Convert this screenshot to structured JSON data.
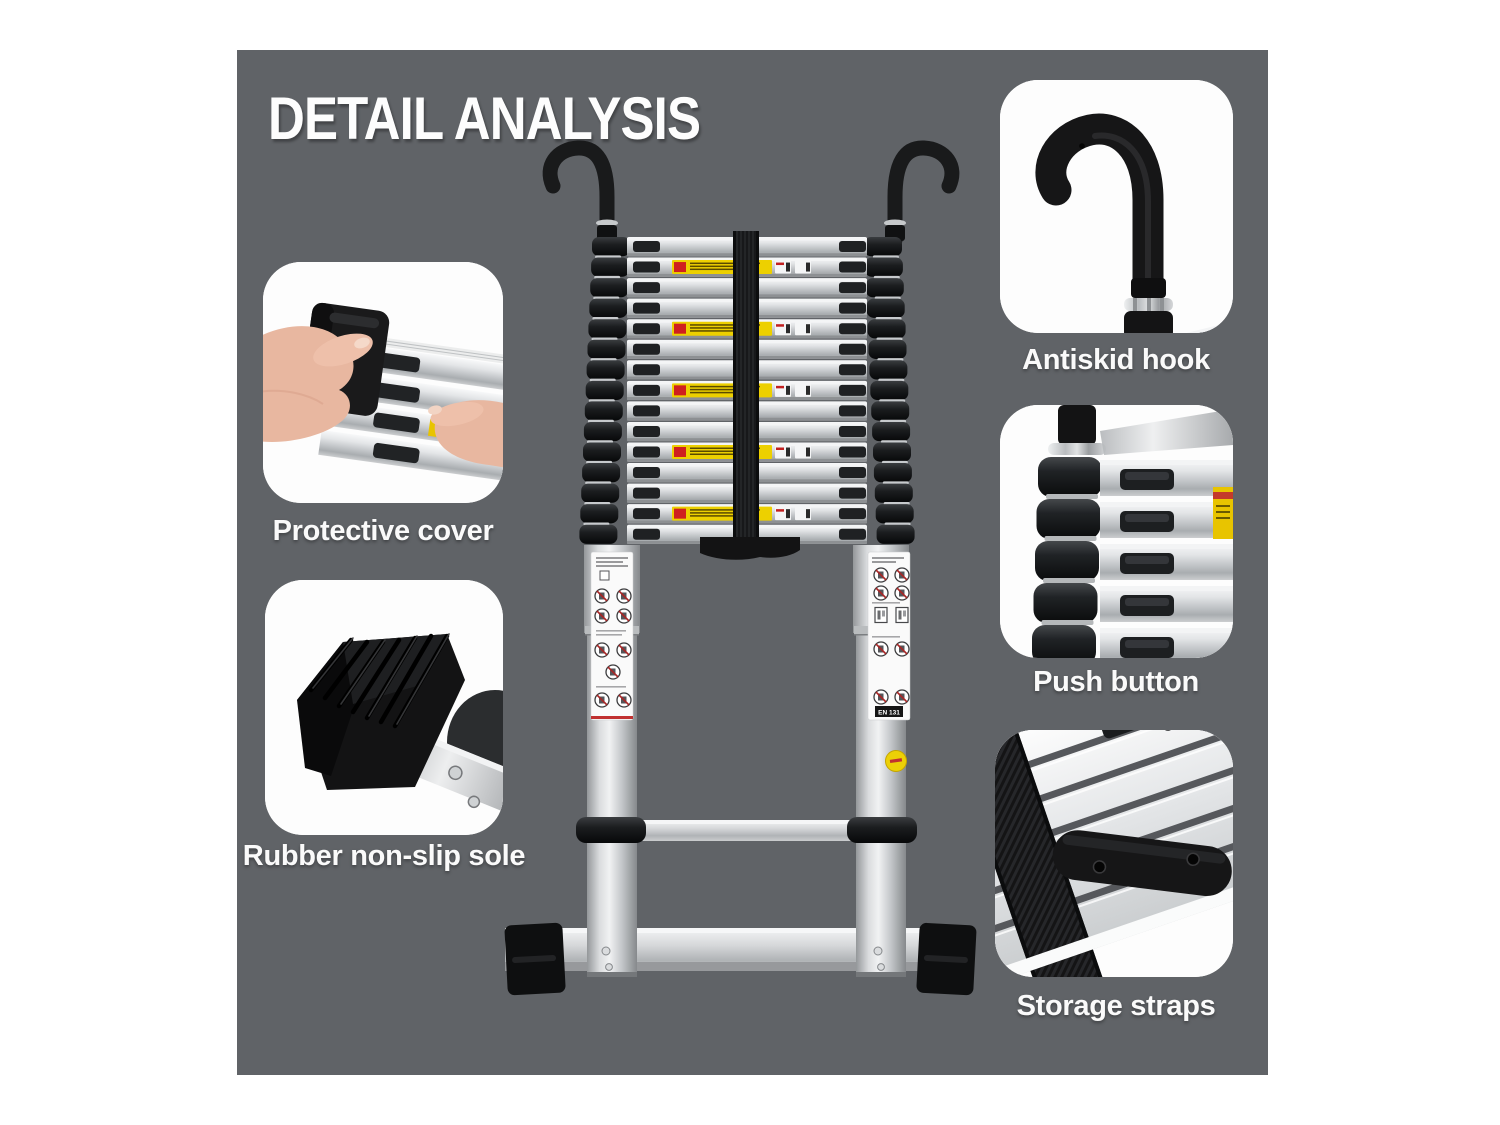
{
  "title": "DETAIL ANALYSIS",
  "colors": {
    "backdrop_gray": "#606367",
    "card_white": "#fdfdfd",
    "warning_yellow": "#edd000",
    "danger_red": "#cf1f1f",
    "ladder_black": "#141415",
    "ladder_silver": "#c9ccce"
  },
  "callouts": [
    {
      "id": "protective-cover",
      "label": "Protective cover",
      "position": "left-top"
    },
    {
      "id": "rubber-sole",
      "label": "Rubber non-slip sole",
      "position": "left-bottom"
    },
    {
      "id": "antiskid-hook",
      "label": "Antiskid hook",
      "position": "right-top"
    },
    {
      "id": "push-button",
      "label": "Push button",
      "position": "right-middle"
    },
    {
      "id": "storage-straps",
      "label": "Storage straps",
      "position": "right-bottom"
    }
  ],
  "ladder": {
    "danger_text": "DANGER",
    "cert_text": "EN 131"
  }
}
